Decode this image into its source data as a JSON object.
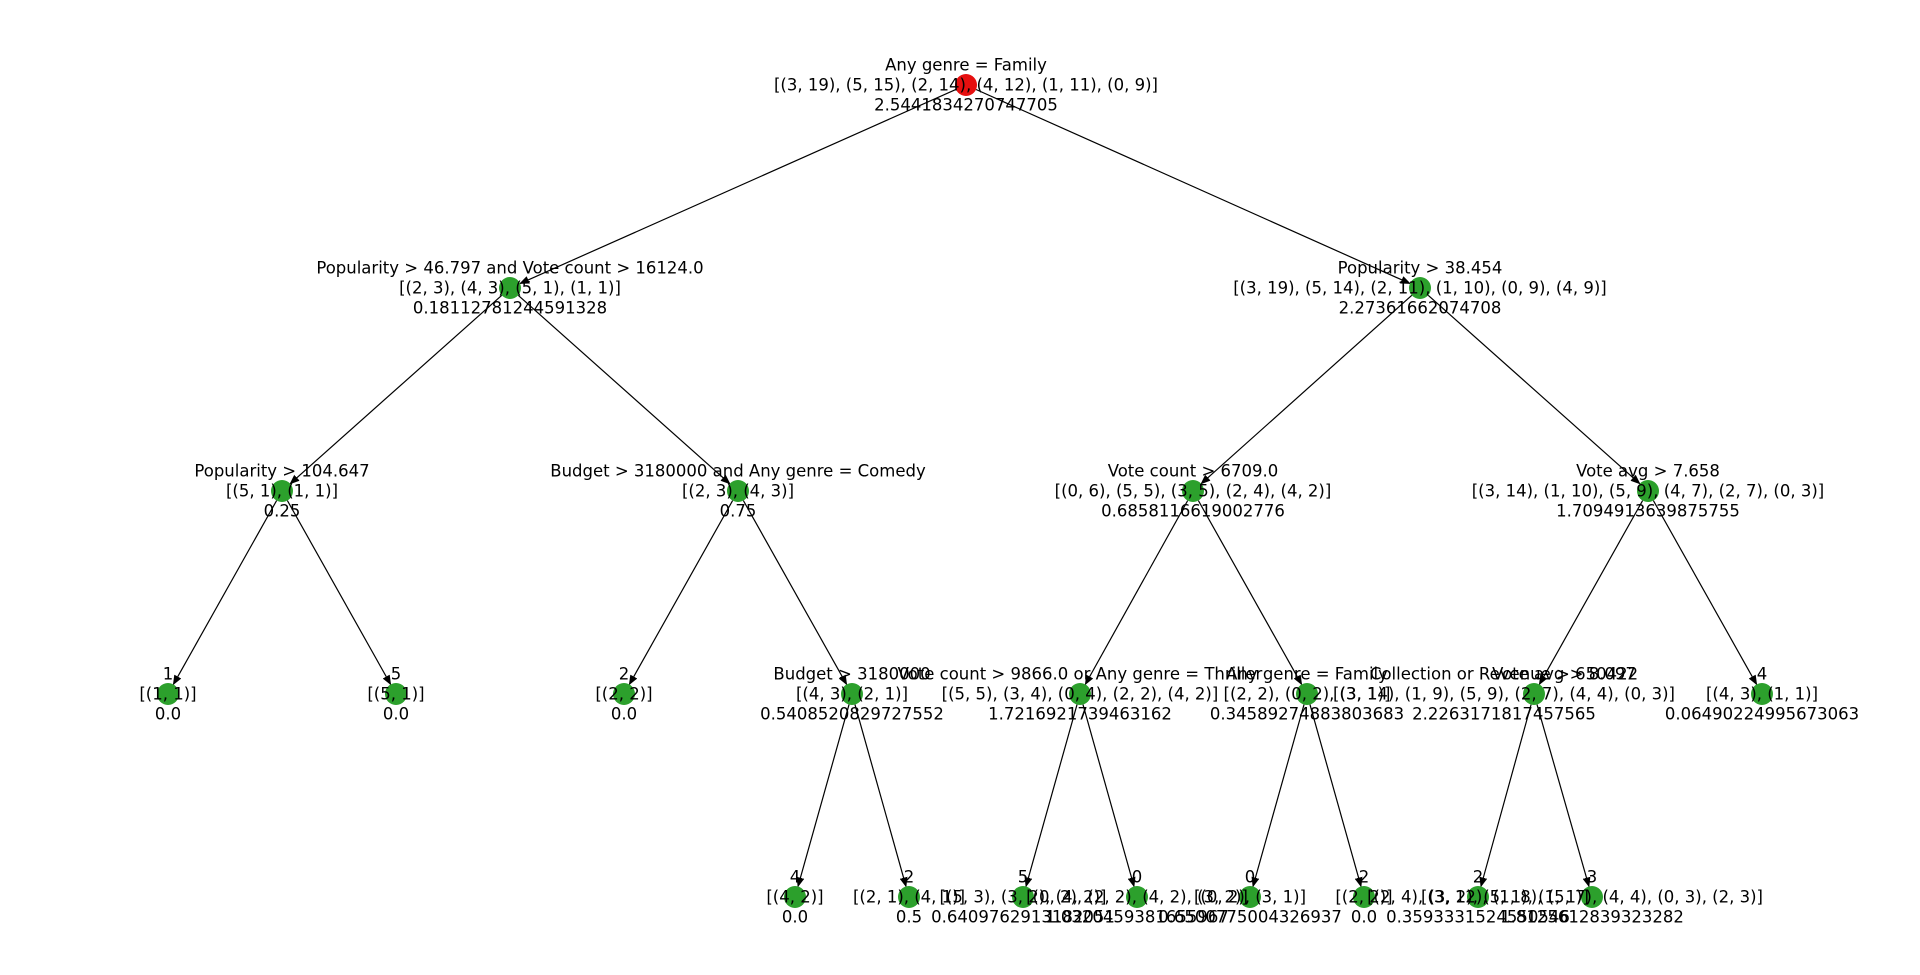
{
  "colors": {
    "root_node": "#e60f0f",
    "node": "#2ca02c",
    "edge": "#000000",
    "text": "#000000"
  },
  "tree": {
    "nodes": [
      {
        "id": "n0",
        "label": "Any genre = Family",
        "counts": "[(3, 19), (5, 15), (2, 14), (4, 12), (1, 11), (0, 9)]",
        "value": "2.5441834270747705",
        "is_root": true
      },
      {
        "id": "n1",
        "label": "Popularity > 46.797 and Vote count > 16124.0",
        "counts": "[(2, 3), (4, 3), (5, 1), (1, 1)]",
        "value": "0.18112781244591328",
        "parent": "n0"
      },
      {
        "id": "n2",
        "label": "Popularity > 38.454",
        "counts": "[(3, 19), (5, 14), (2, 11), (1, 10), (0, 9), (4, 9)]",
        "value": "2.27361662074708",
        "parent": "n0"
      },
      {
        "id": "n3",
        "label": "Popularity > 104.647",
        "counts": "[(5, 1), (1, 1)]",
        "value": "0.25",
        "parent": "n1"
      },
      {
        "id": "n4",
        "label": "Budget > 3180000 and Any genre = Comedy",
        "counts": "[(2, 3), (4, 3)]",
        "value": "0.75",
        "parent": "n1"
      },
      {
        "id": "n5",
        "label": "Vote count > 6709.0",
        "counts": "[(0, 6), (5, 5), (3, 5), (2, 4), (4, 2)]",
        "value": "0.6858116619002776",
        "parent": "n2"
      },
      {
        "id": "n6",
        "label": "Vote avg > 7.658",
        "counts": "[(3, 14), (1, 10), (5, 9), (4, 7), (2, 7), (0, 3)]",
        "value": "1.7094913639875755",
        "parent": "n2"
      },
      {
        "id": "n7",
        "label": "1",
        "counts": "[(1, 1)]",
        "value": "0.0",
        "parent": "n3"
      },
      {
        "id": "n8",
        "label": "5",
        "counts": "[(5, 1)]",
        "value": "0.0",
        "parent": "n3"
      },
      {
        "id": "n9",
        "label": "2",
        "counts": "[(2, 2)]",
        "value": "0.0",
        "parent": "n4"
      },
      {
        "id": "n10",
        "label": "Budget > 3180000",
        "counts": "[(4, 3), (2, 1)]",
        "value": "0.5408520829727552",
        "parent": "n4"
      },
      {
        "id": "n11",
        "label": "Vote count > 9866.0 or Any genre = Thriller",
        "counts": "[(5, 5), (3, 4), (0, 4), (2, 2), (4, 2)]",
        "value": "1.7216921739463162",
        "parent": "n5"
      },
      {
        "id": "n12",
        "label": "Any genre = Family",
        "counts": "[(2, 2), (0, 2), (3, 1)]",
        "value": "0.34589274883803683",
        "parent": "n5"
      },
      {
        "id": "n13",
        "label": "Collection or Revenue > 650422",
        "counts": "[(3, 14), (1, 9), (5, 9), (2, 7), (4, 4), (0, 3)]",
        "value": "2.2263171817457565",
        "parent": "n6"
      },
      {
        "id": "n14",
        "label": "Vote avg > 8.097",
        "counts": "",
        "value": "",
        "parent": "n6"
      },
      {
        "id": "n15",
        "label": "4",
        "counts": "[(4, 3), (1, 1)]",
        "value": "0.06490224995673063",
        "parent": "n6"
      },
      {
        "id": "n16",
        "label": "4",
        "counts": "[(4, 2)]",
        "value": "0.0",
        "parent": "n10"
      },
      {
        "id": "n17",
        "label": "2",
        "counts": "[(2, 1), (4, 1)]",
        "value": "0.5",
        "parent": "n10"
      },
      {
        "id": "n18",
        "label": "5",
        "counts": "[(5, 3), (3, 2), (4, 2)]",
        "value": "0.6409762913182051",
        "parent": "n11"
      },
      {
        "id": "n19",
        "label": "0",
        "counts": "[(0, 2), (2, 2), (4, 2), (3, 2)]",
        "value": "1.0320459381655967",
        "parent": "n11"
      },
      {
        "id": "n20",
        "label": "0",
        "counts": "[(0, 2), (3, 1)]",
        "value": "0.6500775004326937",
        "parent": "n12"
      },
      {
        "id": "n21",
        "label": "2",
        "counts": "[(2, 2)]",
        "value": "0.0",
        "parent": "n12"
      },
      {
        "id": "n22",
        "label": "2",
        "counts": "[(2, 4), (3, 2), (5, 1), (1, 1)]",
        "value": "0.3593331524550546",
        "parent": "n13"
      },
      {
        "id": "n23",
        "label": "3",
        "counts": "[(3, 12), (1, 8), (5, 7), (4, 4), (0, 3), (2, 3)]",
        "value": "1.8125612839323282",
        "parent": "n13"
      }
    ]
  }
}
